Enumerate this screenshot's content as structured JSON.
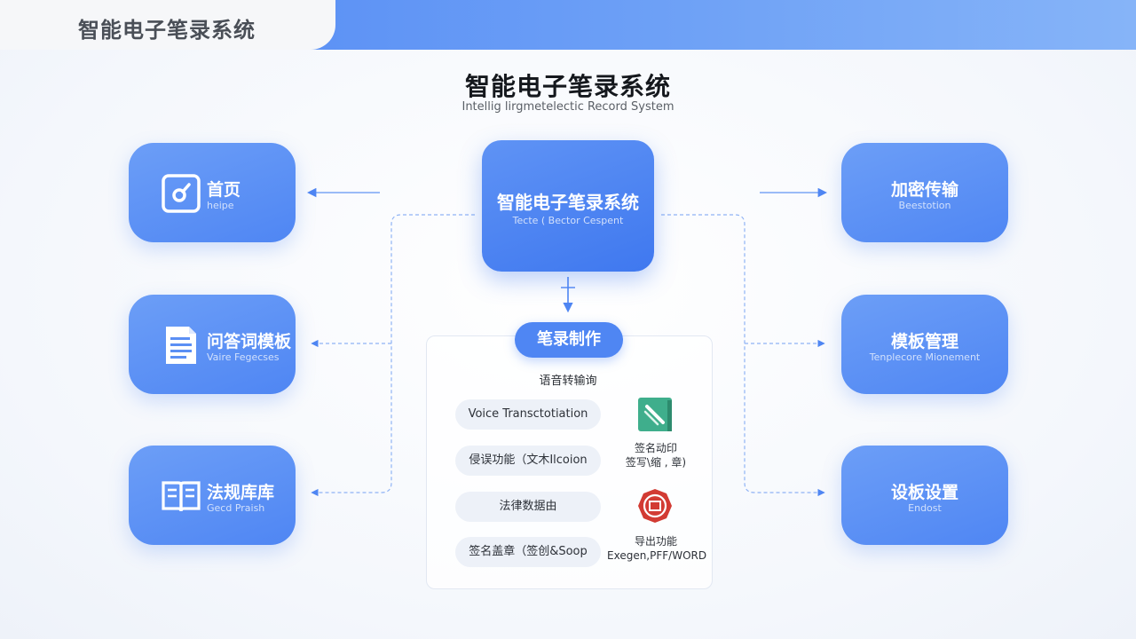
{
  "header": {
    "tab_title": "智能电子笔录系统"
  },
  "main": {
    "title": "智能电子笔录系统",
    "subtitle": "Intellig lirgmetelectic Record System"
  },
  "center": {
    "label": "智能电子笔录系统",
    "sub": "Tecte ( Bector Cespent"
  },
  "left_nodes": [
    {
      "label": "首页",
      "sub": "heipe",
      "icon": "edit-icon"
    },
    {
      "label": "问答词模板",
      "sub": "Vaire Fegecses",
      "icon": "document-icon"
    },
    {
      "label": "法规库库",
      "sub": "Gecd Praish",
      "icon": "book-icon"
    }
  ],
  "right_nodes": [
    {
      "label": "加密传输",
      "sub": "Beestotion"
    },
    {
      "label": "模板管理",
      "sub": "Tenplecore Mionement"
    },
    {
      "label": "设板设置",
      "sub": "Endost"
    }
  ],
  "panel": {
    "head": "笔录制作",
    "heading": "语音转输询",
    "features": [
      "Voice Transctotiation",
      "侵误功能（文木Ilcoion",
      "法律数据由",
      "签名盖章（签创&Soop"
    ],
    "side": [
      {
        "line1": "签名动印",
        "line2": "签写\\缩 , 章)",
        "icon": "pen-icon"
      },
      {
        "line1": "导出功能",
        "line2": "Exegen,PFF/WORD",
        "icon": "seal-icon"
      }
    ]
  },
  "colors": {
    "accent": "#4f86f3",
    "node_gradient_top": "#6c9ef7",
    "background": "#f3f6fb"
  }
}
